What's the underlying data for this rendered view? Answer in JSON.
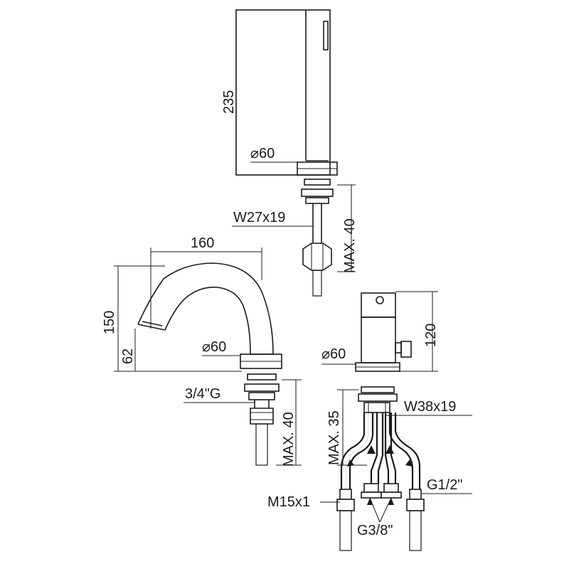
{
  "dimensions": {
    "shower_height": "235",
    "shower_diameter": "⌀60",
    "shower_thread": "W27x19",
    "shower_max_depth": "MAX. 40",
    "spout_reach": "160",
    "spout_height": "150",
    "spout_outlet_height": "62",
    "spout_diameter": "⌀60",
    "spout_thread": "3/4\"G",
    "spout_max_depth": "MAX. 40",
    "mixer_height": "120",
    "mixer_diameter": "⌀60",
    "mixer_thread": "W38x19",
    "mixer_max_depth": "MAX. 35",
    "hose_thread_m15": "M15x1",
    "hose_thread_g12": "G1/2\"",
    "hose_thread_g38": "G3/8\""
  }
}
